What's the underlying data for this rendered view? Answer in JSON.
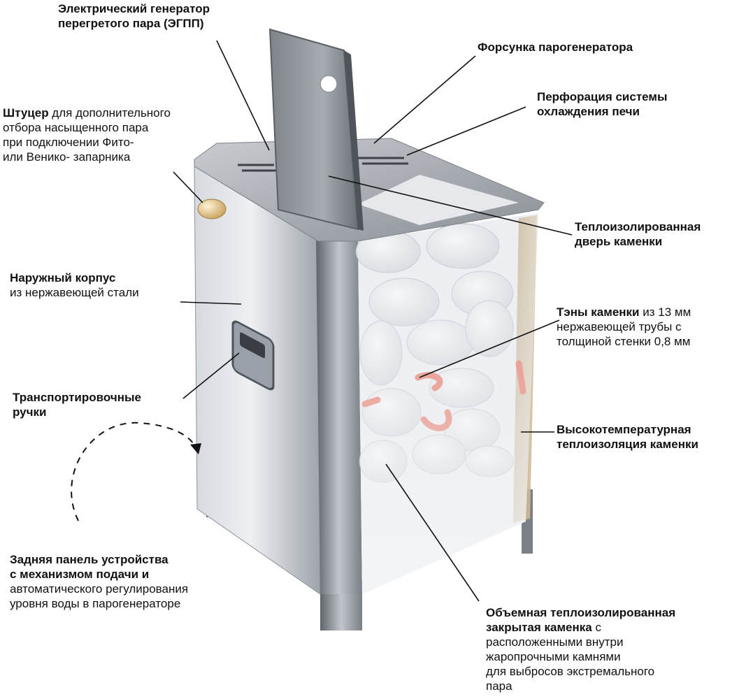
{
  "colors": {
    "text": "#111111",
    "steel_light": "#e4e6ea",
    "steel_mid": "#b8bcc3",
    "steel_dark": "#6d727a",
    "heating_element": "#e8452c",
    "brass_fitting": "#e3c58a",
    "insulation": "#c9b48e",
    "stone": "#f2f3f5"
  },
  "labels": [
    {
      "id": "egpp",
      "lines": [
        [
          {
            "t": "Электрический генератор",
            "b": true
          }
        ],
        [
          {
            "t": "перегретого пара (ЭГПП)",
            "b": true
          }
        ]
      ]
    },
    {
      "id": "nozzle",
      "lines": [
        [
          {
            "t": "Форсунка парогенератора",
            "b": true
          }
        ]
      ]
    },
    {
      "id": "perforation",
      "lines": [
        [
          {
            "t": "Перфорация системы",
            "b": true
          }
        ],
        [
          {
            "t": "охлаждения печи",
            "b": true
          }
        ]
      ]
    },
    {
      "id": "fitting",
      "lines": [
        [
          {
            "t": "Штуцер",
            "b": true
          },
          {
            "t": " для дополнительного",
            "b": false
          }
        ],
        [
          {
            "t": "отбора насыщенного пара",
            "b": false
          }
        ],
        [
          {
            "t": "при подключении Фито-",
            "b": false
          }
        ],
        [
          {
            "t": "или Венико- запарника",
            "b": false
          }
        ]
      ]
    },
    {
      "id": "door",
      "lines": [
        [
          {
            "t": "Теплоизолированная",
            "b": true
          }
        ],
        [
          {
            "t": "дверь каменки",
            "b": true
          }
        ]
      ]
    },
    {
      "id": "body",
      "lines": [
        [
          {
            "t": "Наружный корпус",
            "b": true
          }
        ],
        [
          {
            "t": "из нержавеющей стали",
            "b": false
          }
        ]
      ]
    },
    {
      "id": "heaters",
      "lines": [
        [
          {
            "t": "Тэны каменки",
            "b": true
          },
          {
            "t": " из 13 мм",
            "b": false
          }
        ],
        [
          {
            "t": "нержавеющей трубы с",
            "b": false
          }
        ],
        [
          {
            "t": "толщиной стенки 0,8 мм",
            "b": false
          }
        ]
      ]
    },
    {
      "id": "handles",
      "lines": [
        [
          {
            "t": "Транспортировочные",
            "b": true
          }
        ],
        [
          {
            "t": "ручки",
            "b": true
          }
        ]
      ]
    },
    {
      "id": "insulation",
      "lines": [
        [
          {
            "t": "Высокотемпературная",
            "b": true
          }
        ],
        [
          {
            "t": "теплоизоляция каменки",
            "b": true
          }
        ]
      ]
    },
    {
      "id": "back-panel",
      "lines": [
        [
          {
            "t": "Задняя панель устройства",
            "b": true
          }
        ],
        [
          {
            "t": "с механизмом подачи и",
            "b": true
          }
        ],
        [
          {
            "t": "автоматического регулирования",
            "b": false
          }
        ],
        [
          {
            "t": "уровня воды в парогенераторе",
            "b": false
          }
        ]
      ]
    },
    {
      "id": "stone-chamber",
      "lines": [
        [
          {
            "t": "Объемная теплоизолированная",
            "b": true
          }
        ],
        [
          {
            "t": "закрытая каменка",
            "b": true
          },
          {
            "t": " с",
            "b": false
          }
        ],
        [
          {
            "t": "расположенными внутри",
            "b": false
          }
        ],
        [
          {
            "t": "жаропрочными камнями",
            "b": false
          }
        ],
        [
          {
            "t": "для выбросов экстремального",
            "b": false
          }
        ],
        [
          {
            "t": "пара",
            "b": false
          }
        ]
      ]
    }
  ]
}
